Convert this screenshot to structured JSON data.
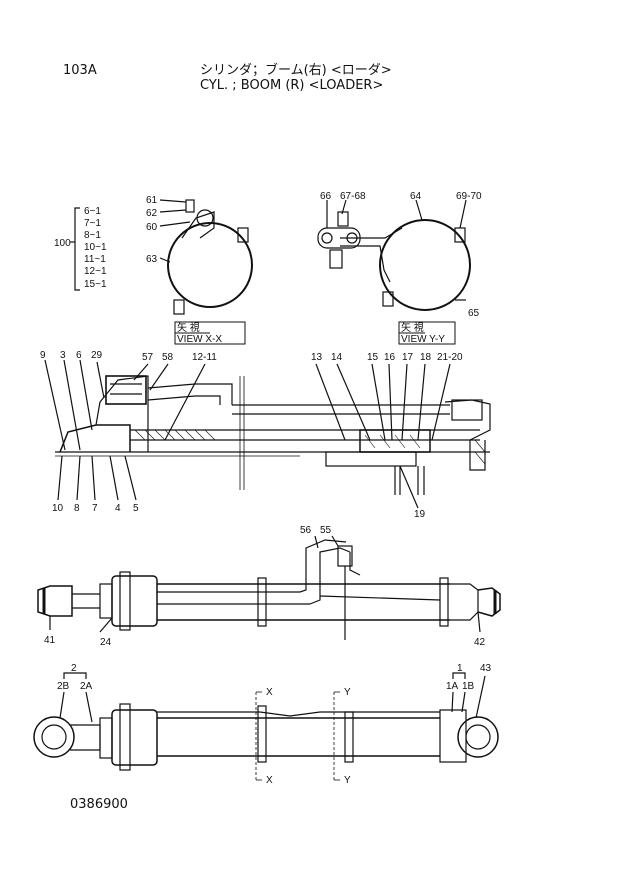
{
  "header": {
    "page_code": "103A",
    "title_jp": "シリンダ；ブーム(右) <ローダ>",
    "title_en": "CYL. ; BOOM (R) <LOADER>"
  },
  "footer": {
    "doc_number": "0386900"
  },
  "view_xx": {
    "callouts": [
      "61",
      "62",
      "60",
      "63"
    ],
    "caption_jp": "矢 視",
    "caption": "VIEW X-X"
  },
  "view_yy": {
    "callouts": [
      "66",
      "67-68",
      "64",
      "69-70",
      "65"
    ],
    "caption_jp": "矢 視",
    "caption": "VIEW Y-Y"
  },
  "seal_kit": {
    "group_label": "100",
    "items": [
      "6~1",
      "7~1",
      "8~1",
      "10~1",
      "11~1",
      "12~1",
      "15~1"
    ]
  },
  "section": {
    "top_callouts": [
      "9",
      "3",
      "6",
      "29",
      "57",
      "58",
      "12-11",
      "13",
      "14",
      "15",
      "16",
      "17",
      "18",
      "21-20"
    ],
    "bottom_callouts": [
      "10",
      "8",
      "7",
      "4",
      "5",
      "19"
    ]
  },
  "cylinder_side": {
    "callouts": [
      "56",
      "55",
      "41",
      "24",
      "42"
    ]
  },
  "cylinder_top": {
    "callouts": [
      "2",
      "2B",
      "2A",
      "1",
      "1A",
      "1B",
      "43"
    ],
    "section_marks": [
      "X",
      "Y",
      "X",
      "Y"
    ]
  }
}
